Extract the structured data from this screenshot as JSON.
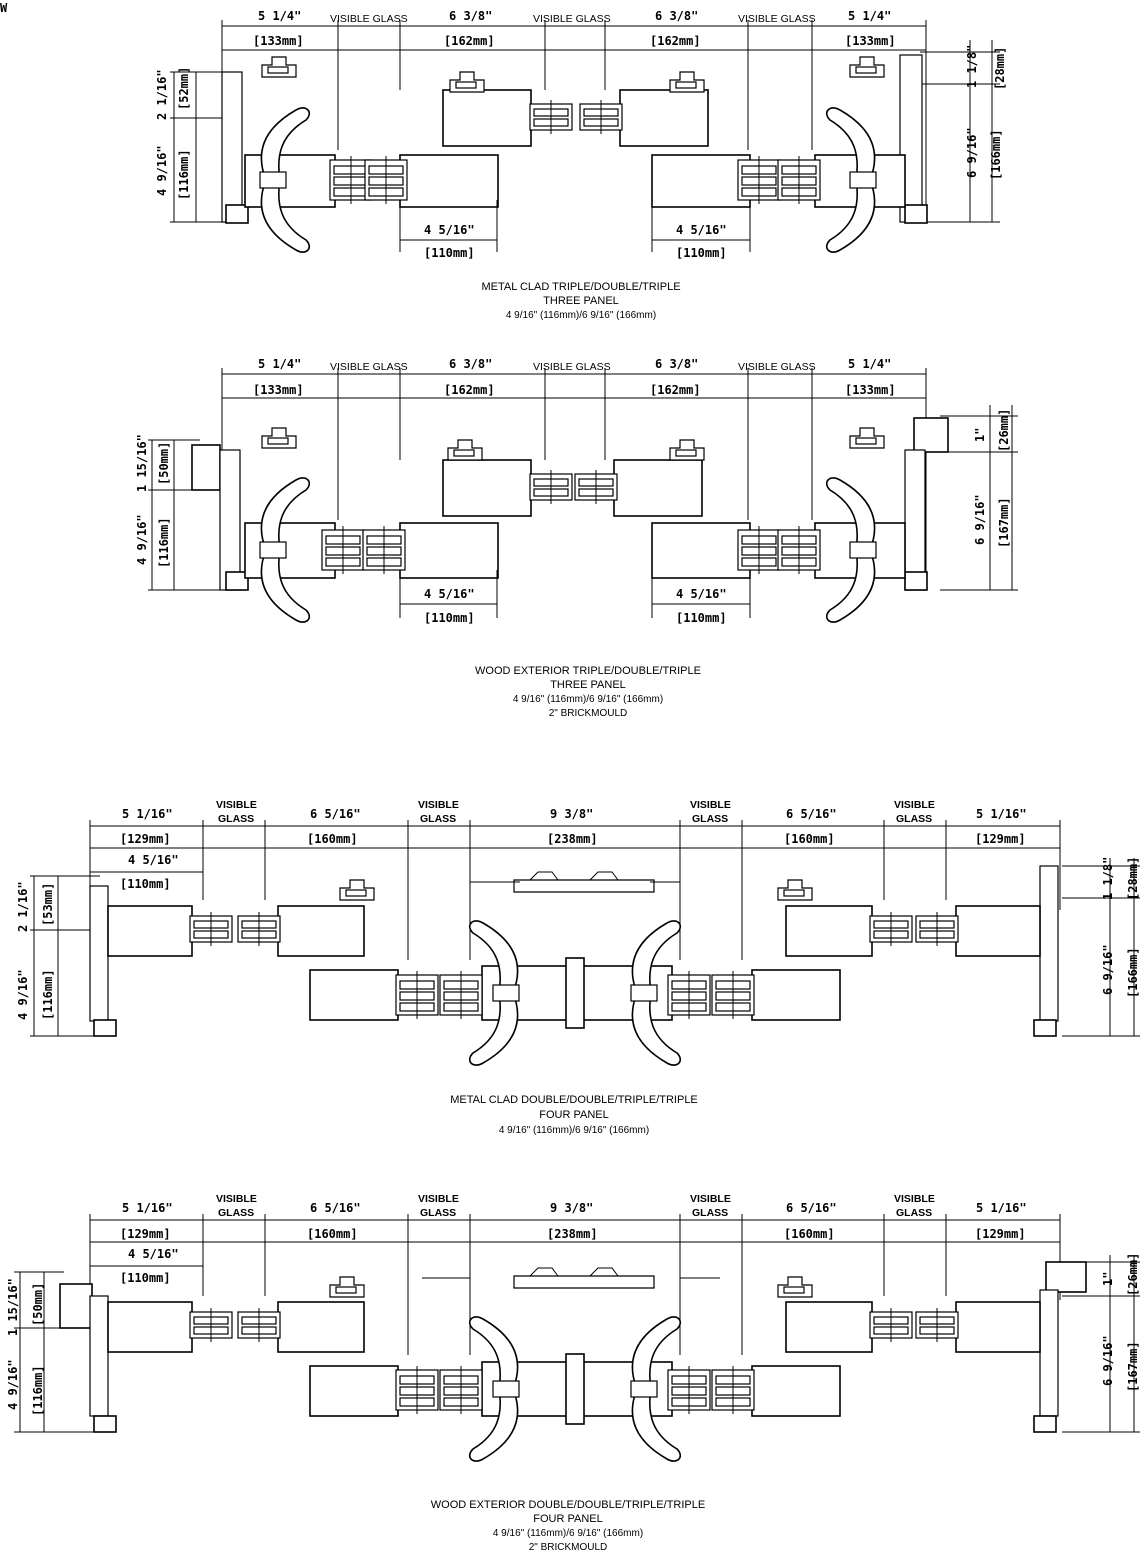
{
  "corner_label": "W",
  "diagrams": [
    {
      "id": "d1",
      "top_dims": [
        "5 1/4\"",
        "VISIBLE GLASS",
        "6 3/8\"",
        "VISIBLE GLASS",
        "6 3/8\"",
        "VISIBLE GLASS",
        "5 1/4\""
      ],
      "top_mm": [
        "[133mm]",
        "[162mm]",
        "[162mm]",
        "[133mm]"
      ],
      "left_dims": [
        "2 1/16\"",
        "[52mm]",
        "4 9/16\"",
        "[116mm]"
      ],
      "right_dims": [
        "1 1/8\"",
        "[28mm]",
        "6 9/16\"",
        "[166mm]"
      ],
      "bottom_dims": [
        "4 5/16\"",
        "[110mm]",
        "4 5/16\"",
        "[110mm]"
      ],
      "caption": [
        "METAL CLAD TRIPLE/DOUBLE/TRIPLE",
        "THREE PANEL",
        "4 9/16\" (116mm)/6 9/16\" (166mm)"
      ]
    },
    {
      "id": "d2",
      "top_dims": [
        "5 1/4\"",
        "VISIBLE GLASS",
        "6 3/8\"",
        "VISIBLE GLASS",
        "6 3/8\"",
        "VISIBLE GLASS",
        "5 1/4\""
      ],
      "top_mm": [
        "[133mm]",
        "[162mm]",
        "[162mm]",
        "[133mm]"
      ],
      "left_dims": [
        "1 15/16\"",
        "[50mm]",
        "4 9/16\"",
        "[116mm]"
      ],
      "right_dims": [
        "1\"",
        "[26mm]",
        "6 9/16\"",
        "[167mm]"
      ],
      "bottom_dims": [
        "4 5/16\"",
        "[110mm]",
        "4 5/16\"",
        "[110mm]"
      ],
      "caption": [
        "WOOD EXTERIOR TRIPLE/DOUBLE/TRIPLE",
        "THREE PANEL",
        "4 9/16\" (116mm)/6 9/16\" (166mm)",
        "2\" BRICKMOULD"
      ]
    },
    {
      "id": "d3",
      "top_dims": [
        "5 1/16\"",
        "6 5/16\"",
        "9 3/8\"",
        "6 5/16\"",
        "5 1/16\""
      ],
      "visible_glass": [
        "VISIBLE",
        "GLASS"
      ],
      "top_mm": [
        "[129mm]",
        "[160mm]",
        "[238mm]",
        "[160mm]",
        "[129mm]"
      ],
      "inner_dims": [
        "4 5/16\"",
        "[110mm]"
      ],
      "left_dims": [
        "2 1/16\"",
        "[53mm]",
        "4 9/16\"",
        "[116mm]"
      ],
      "right_dims": [
        "1 1/8\"",
        "[28mm]",
        "6 9/16\"",
        "[166mm]"
      ],
      "caption": [
        "METAL CLAD DOUBLE/DOUBLE/TRIPLE/TRIPLE",
        "FOUR PANEL",
        "4 9/16\" (116mm)/6 9/16\" (166mm)"
      ]
    },
    {
      "id": "d4",
      "top_dims": [
        "5 1/16\"",
        "6 5/16\"",
        "9 3/8\"",
        "6 5/16\"",
        "5 1/16\""
      ],
      "visible_glass": [
        "VISIBLE",
        "GLASS"
      ],
      "top_mm": [
        "[129mm]",
        "[160mm]",
        "[238mm]",
        "[160mm]",
        "[129mm]"
      ],
      "inner_dims": [
        "4 5/16\"",
        "[110mm]"
      ],
      "left_dims": [
        "1 15/16\"",
        "[50mm]",
        "4 9/16\"",
        "[116mm]"
      ],
      "right_dims": [
        "1\"",
        "[26mm]",
        "6 9/16\"",
        "[167mm]"
      ],
      "caption": [
        "WOOD EXTERIOR DOUBLE/DOUBLE/TRIPLE/TRIPLE",
        "FOUR PANEL",
        "4 9/16\" (116mm)/6 9/16\" (166mm)",
        "2\" BRICKMOULD"
      ]
    }
  ]
}
